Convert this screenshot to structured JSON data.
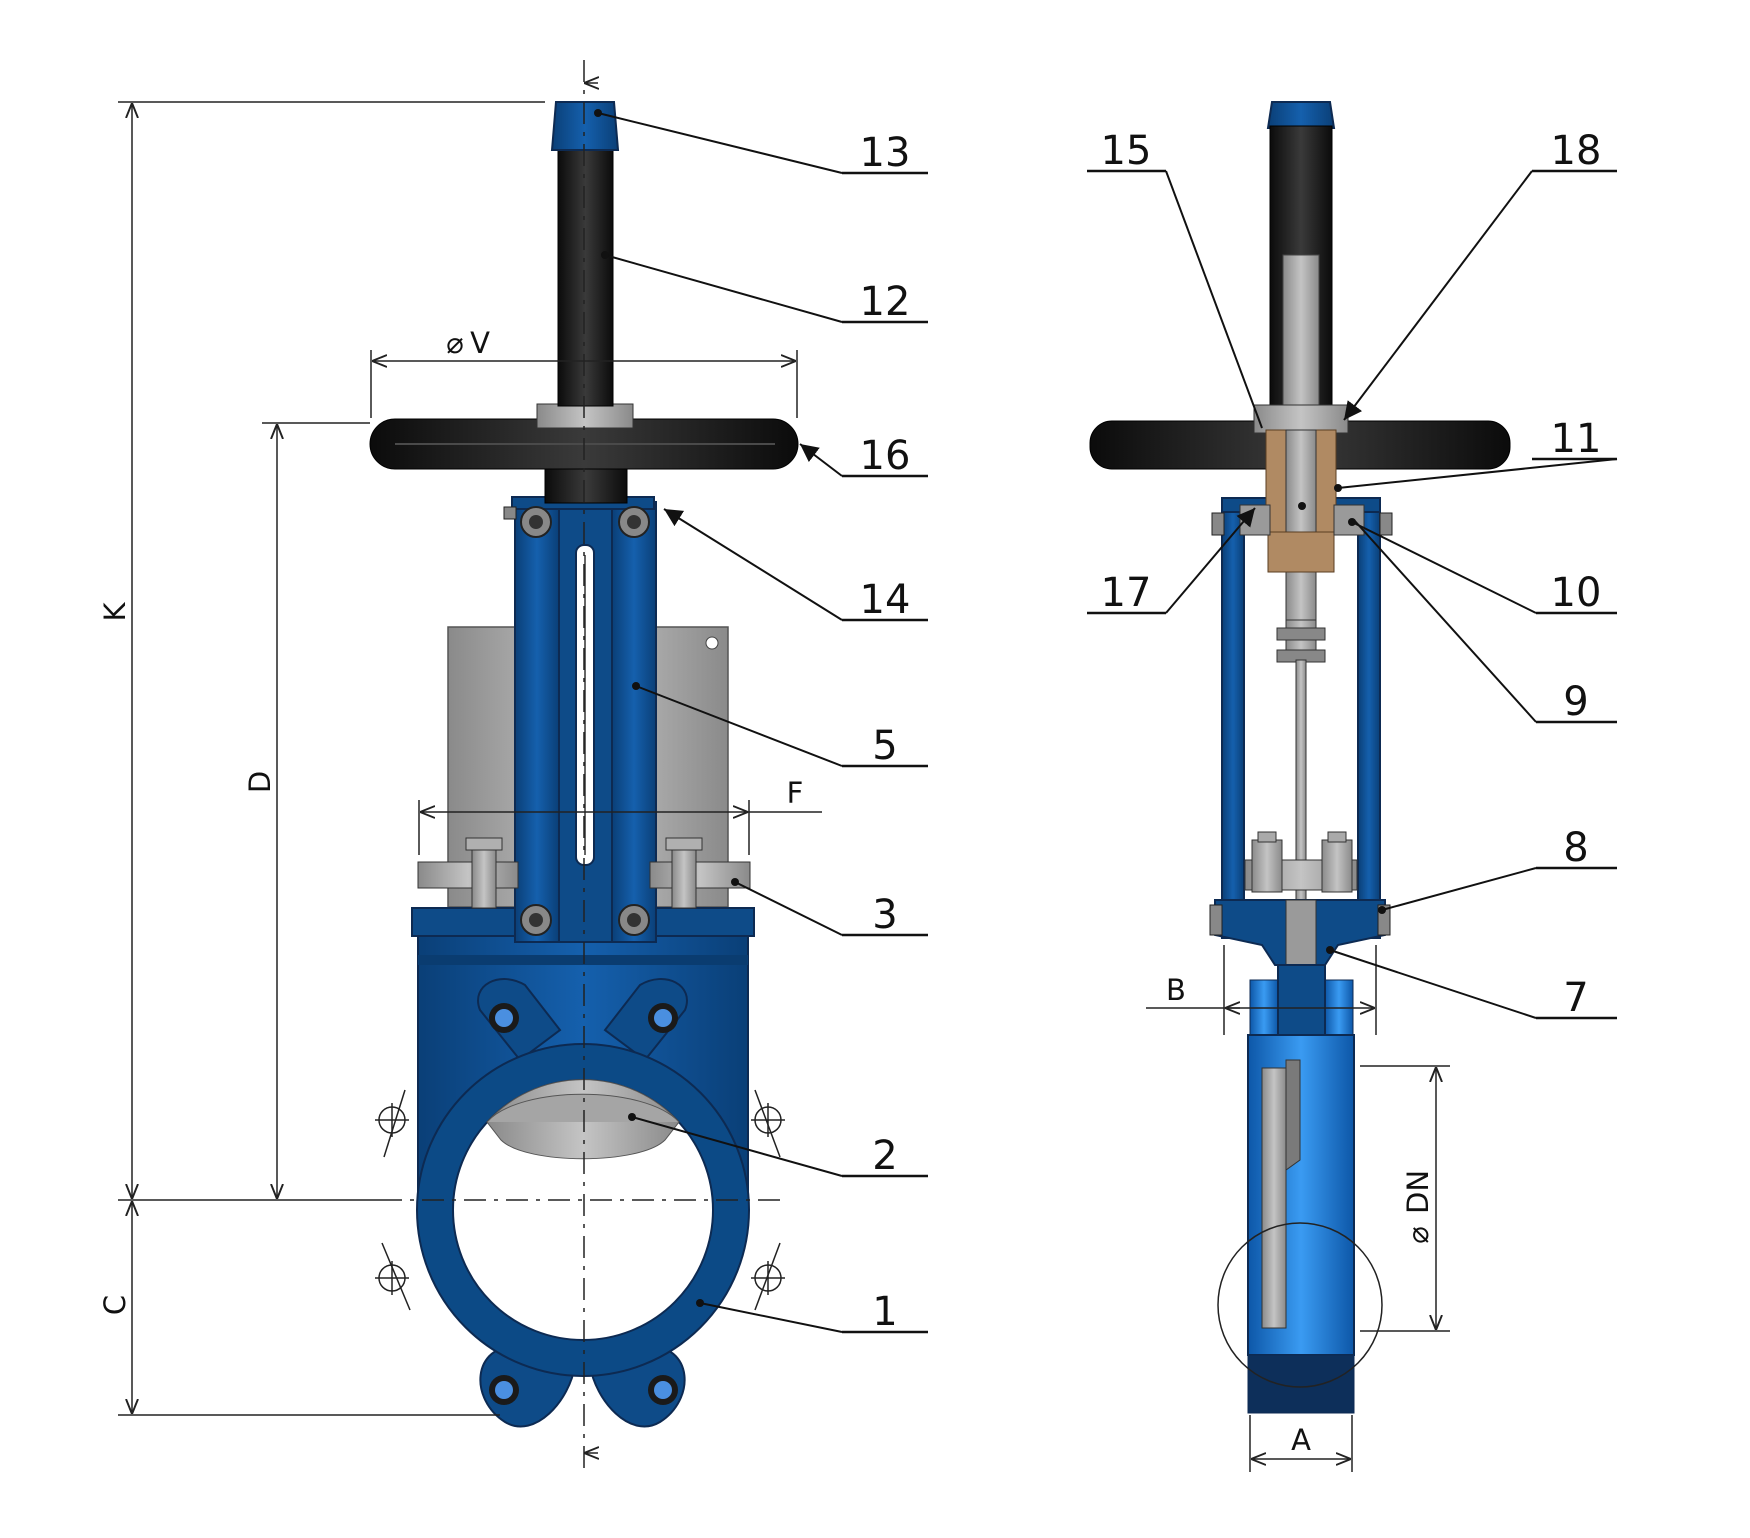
{
  "part_numbers": [
    "1",
    "2",
    "3",
    "5",
    "7",
    "8",
    "9",
    "10",
    "11",
    "12",
    "13",
    "14",
    "15",
    "16",
    "17",
    "18"
  ],
  "dimension_labels": {
    "K": "K",
    "D": "D",
    "C": "C",
    "V": "V",
    "F": "F",
    "B": "B",
    "A": "A",
    "DN": "DN",
    "diameter_symbol": "⌀"
  },
  "colors": {
    "body_blue": "#0c4a86",
    "body_blue_light": "#1f72c7",
    "bright_blue": "#2a87e6",
    "steel_grey": "#9c9c9c",
    "dark_black": "#1a1a1a",
    "bronze": "#b08a63"
  }
}
